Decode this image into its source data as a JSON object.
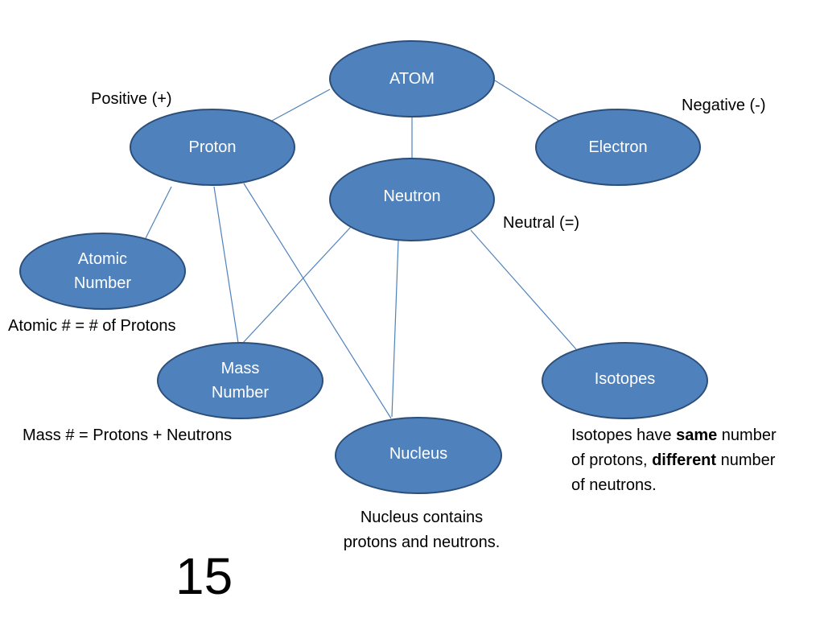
{
  "nodes": {
    "atom": "ATOM",
    "proton": "Proton",
    "electron": "Electron",
    "neutron": "Neutron",
    "atomic_number": {
      "line1": "Atomic",
      "line2": "Number"
    },
    "mass_number": {
      "line1": "Mass",
      "line2": "Number"
    },
    "isotopes": "Isotopes",
    "nucleus": "Nucleus"
  },
  "notes": {
    "proton": "Positive (+)",
    "electron": "Negative (-)",
    "neutron": "Neutral (=)",
    "atomic_number": "Atomic # = # of Protons",
    "mass_number": "Mass # = Protons + Neutrons",
    "nucleus": {
      "line1": "Nucleus contains",
      "line2": "protons and neutrons."
    },
    "isotopes": {
      "l1_pre": "Isotopes have ",
      "l1_bold": "same",
      "l1_post": " number",
      "l2_pre": "of protons, ",
      "l2_bold": "different",
      "l2_post": " number",
      "l3": "of neutrons."
    }
  },
  "page_number": "15",
  "colors": {
    "node_fill": "#4f81bd",
    "node_border": "#2c4f7a",
    "link": "#4f81bd"
  }
}
